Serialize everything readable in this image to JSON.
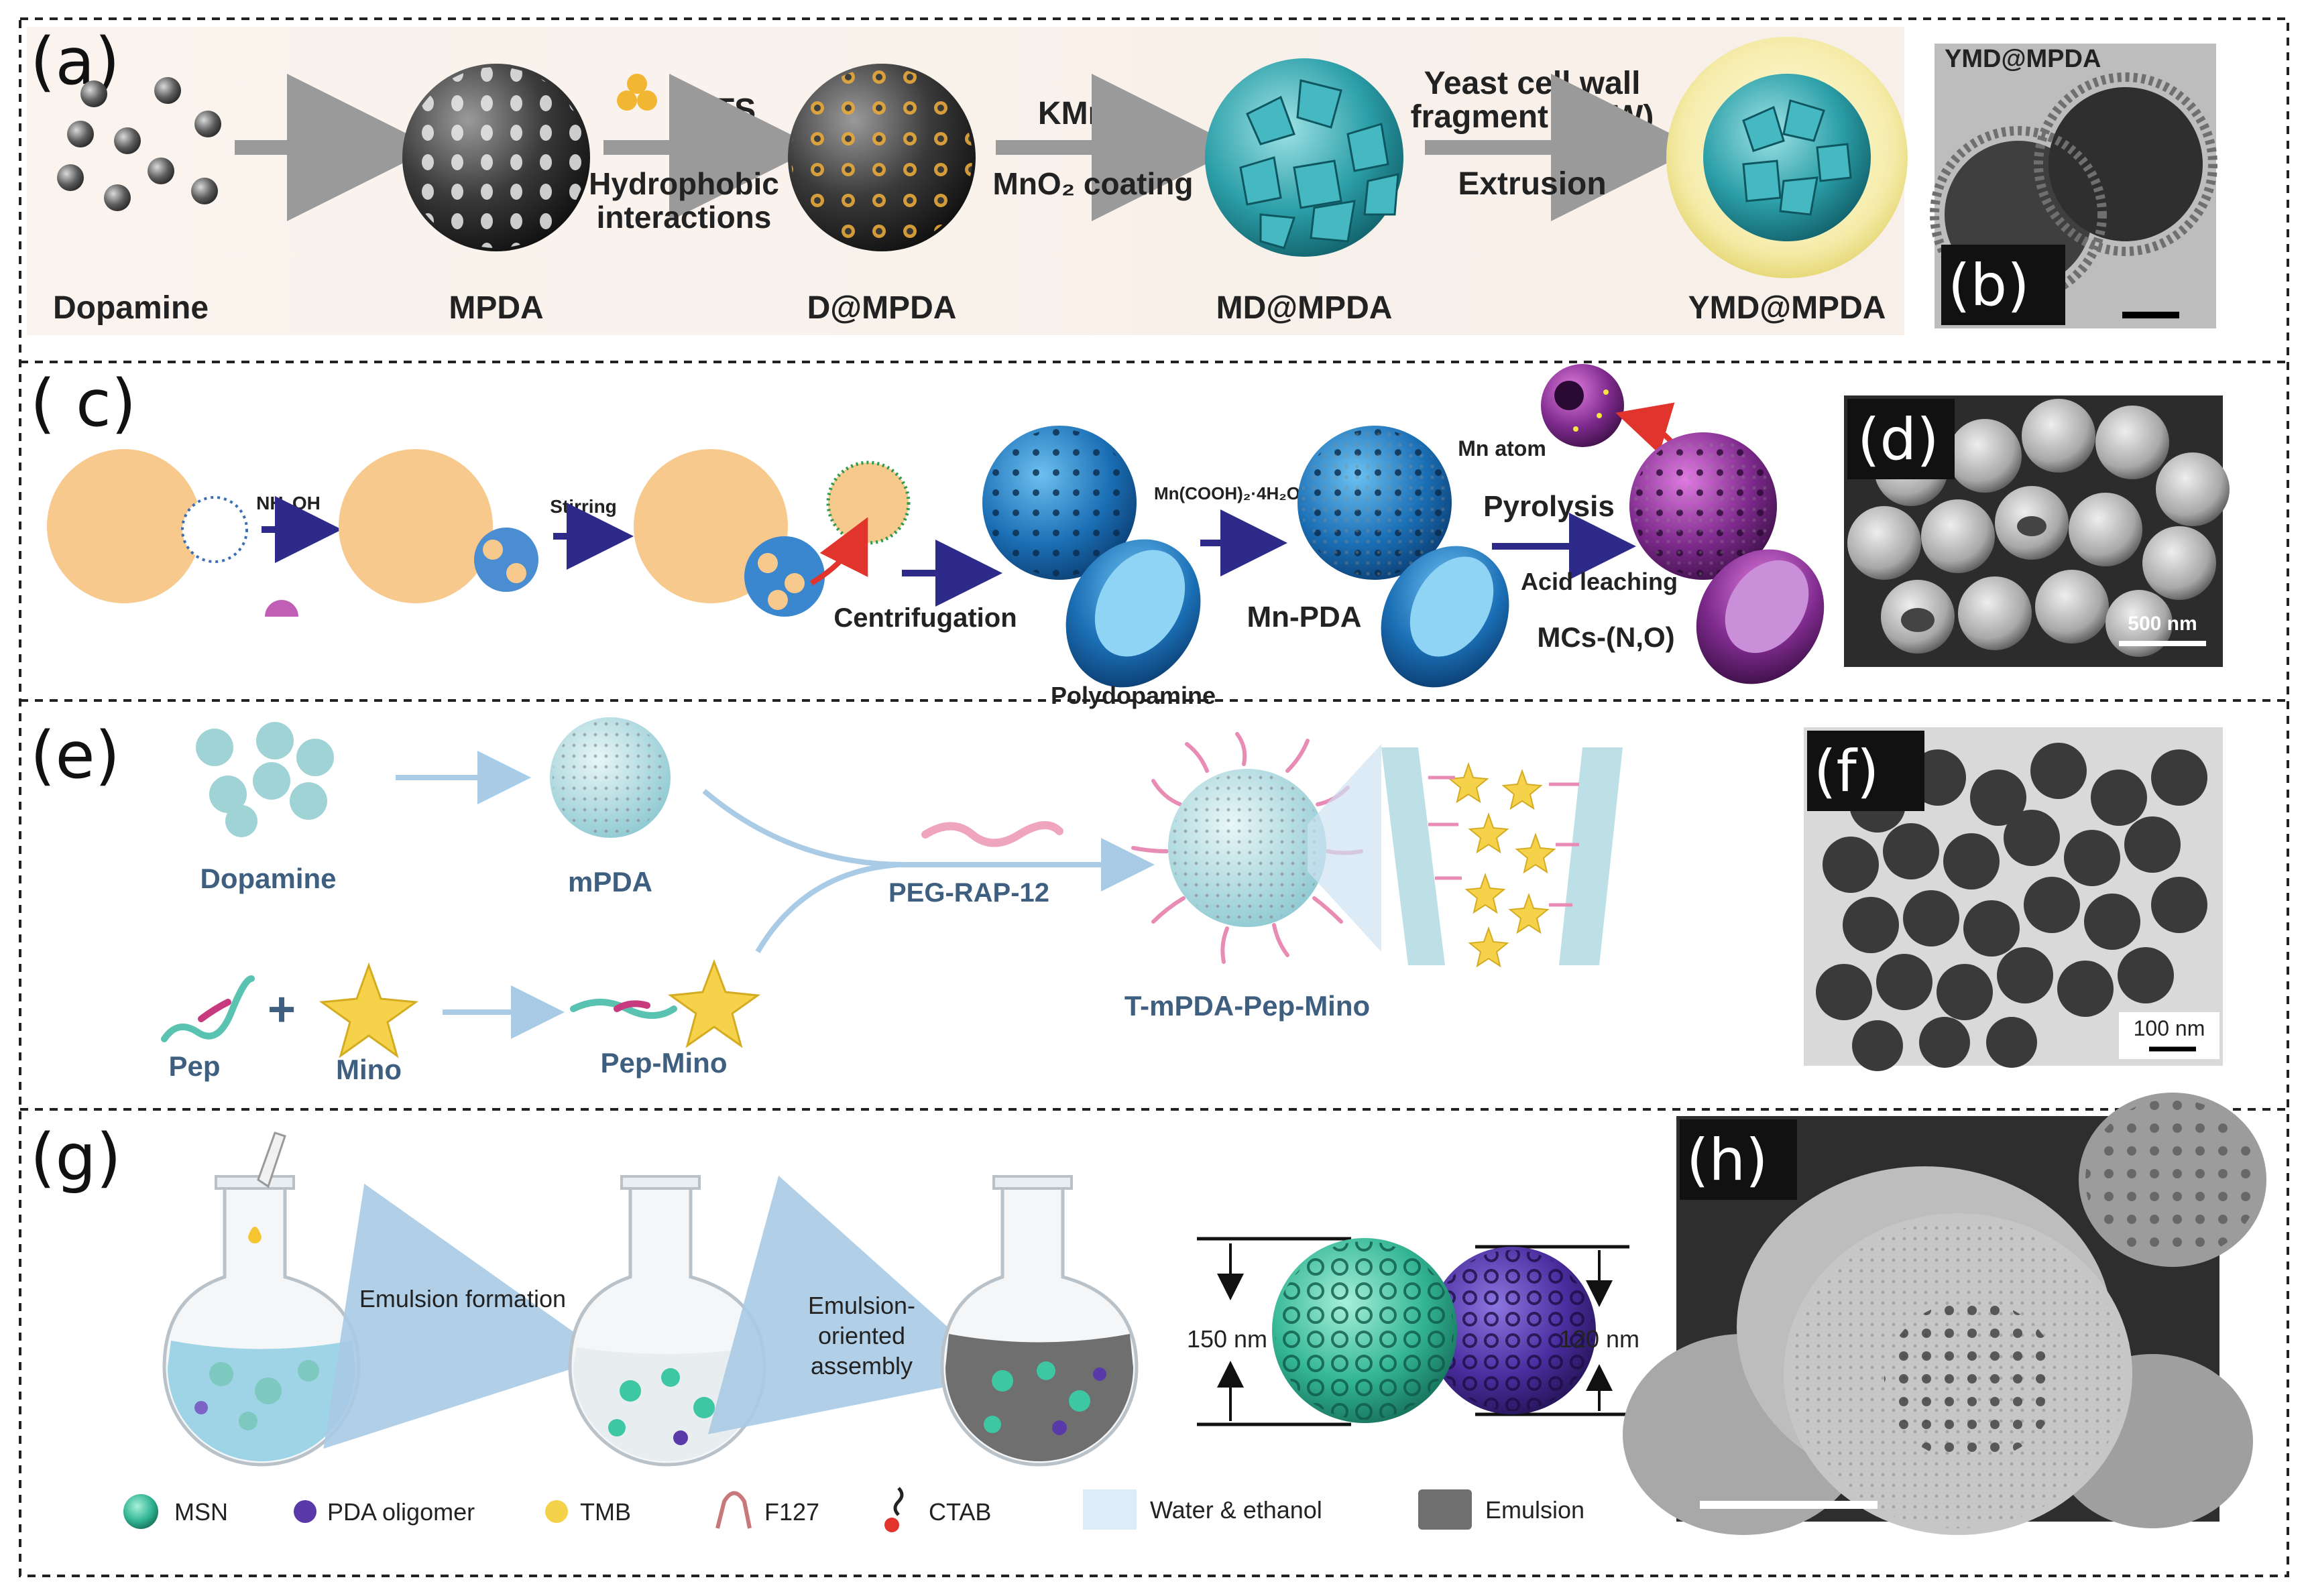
{
  "panels": {
    "a": {
      "label": "(a)",
      "species": [
        "Dopamine",
        "MPDA",
        "D@MPDA",
        "MD@MPDA",
        "YMD@MPDA"
      ],
      "step1_top": "DATS",
      "step1_bottom_1": "Hydrophobic",
      "step1_bottom_2": "interactions",
      "step2_top": "KMnO₄",
      "step2_bottom": "MnO₂ coating",
      "step3_top_1": "Yeast cell wall",
      "step3_top_2": "fragment (YCW)",
      "step3_bottom": "Extrusion"
    },
    "b": {
      "label": "(b)",
      "caption": "YMD@MPDA"
    },
    "c": {
      "label": "( c)",
      "nh4oh": "NH₄OH",
      "stirring": "Stirring",
      "centrifugation": "Centrifugation",
      "polydopamine": "Polydopamine",
      "mn_reagent": "Mn(COOH)₂·4H₂O",
      "mn_pda": "Mn-PDA",
      "mn_atom": "Mn atom",
      "pyrolysis": "Pyrolysis",
      "acid_leaching": "Acid leaching",
      "product": "MCs-(N,O)"
    },
    "d": {
      "label": "(d)",
      "scale": "500 nm"
    },
    "e": {
      "label": "(e)",
      "dopamine": "Dopamine",
      "mpda": "mPDA",
      "peg": "PEG-RAP-12",
      "pep": "Pep",
      "plus": "+",
      "mino": "Mino",
      "pep_mino": "Pep-Mino",
      "product": "T-mPDA-Pep-Mino"
    },
    "f": {
      "label": "(f)",
      "scale": "100 nm"
    },
    "g": {
      "label": "(g)",
      "emulsion_formation": "Emulsion formation",
      "assembly_1": "Emulsion-",
      "assembly_2": "oriented",
      "assembly_3": "assembly",
      "dim_left": "150 nm",
      "dim_right": "120 nm",
      "legend": [
        "MSN",
        "PDA oligomer",
        "TMB",
        "F127",
        "CTAB",
        "Water & ethanol",
        "Emulsion"
      ]
    },
    "h": {
      "label": "(h)"
    }
  },
  "colors": {
    "frame_dash": "#222222",
    "arrow_gray": "#9a9a9a",
    "arrow_navy": "#2d2a8a",
    "arrow_light_blue": "#a9cbe6",
    "teal": "#2aa7a7",
    "blue_sphere": "#1e6fb3",
    "purple": "#7b2d8a",
    "orange_core": "#f7c98c",
    "msn_green": "#3dc7a3",
    "pda_purple": "#5a3aa8",
    "tmb_yellow": "#f4d24a",
    "micrograph_gray": "#7a7a7a"
  }
}
